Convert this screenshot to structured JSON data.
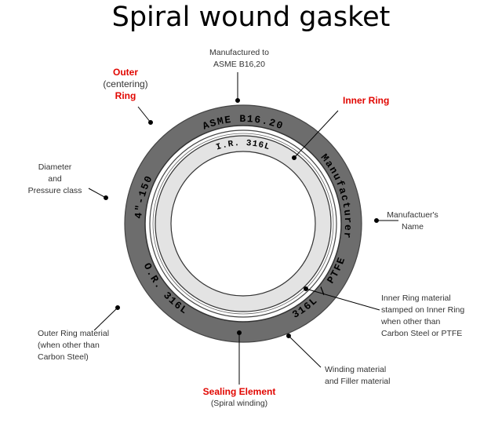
{
  "title": "Spiral wound gasket",
  "ring_text": {
    "top": "ASME B16.20",
    "left": "4\"-150",
    "right": "Manufacturer",
    "bottom_left": "O.R. 316L",
    "bottom_right": "316L / PTFE",
    "inner": "I.R. 316L"
  },
  "labels": {
    "manufactured_line1": "Manufactured to",
    "manufactured_line2": "ASME B16,20",
    "outer_line1": "Outer",
    "outer_line2": "(centering)",
    "outer_line3": "Ring",
    "inner_ring": "Inner Ring",
    "diameter_line1": "Diameter",
    "diameter_line2": "and",
    "diameter_line3": "Pressure class",
    "manuf_name_line1": "Manufactuer's",
    "manuf_name_line2": "Name",
    "ir_material_line1": "Inner Ring material",
    "ir_material_line2": "stamped on Inner Ring",
    "ir_material_line3": "when other than",
    "ir_material_line4": "Carbon Steel or PTFE",
    "or_material_line1": "Outer Ring material",
    "or_material_line2": "(when other than",
    "or_material_line3": "Carbon Steel)",
    "winding_line1": "Winding material",
    "winding_line2": "and Filler material",
    "sealing_line1": "Sealing Element",
    "sealing_line2": "(Spiral winding)"
  },
  "colors": {
    "outer_ring": "#6d6d6d",
    "winding": "#ffffff",
    "inner_ring": "#e3e3e3",
    "accent_red": "#e10600"
  }
}
